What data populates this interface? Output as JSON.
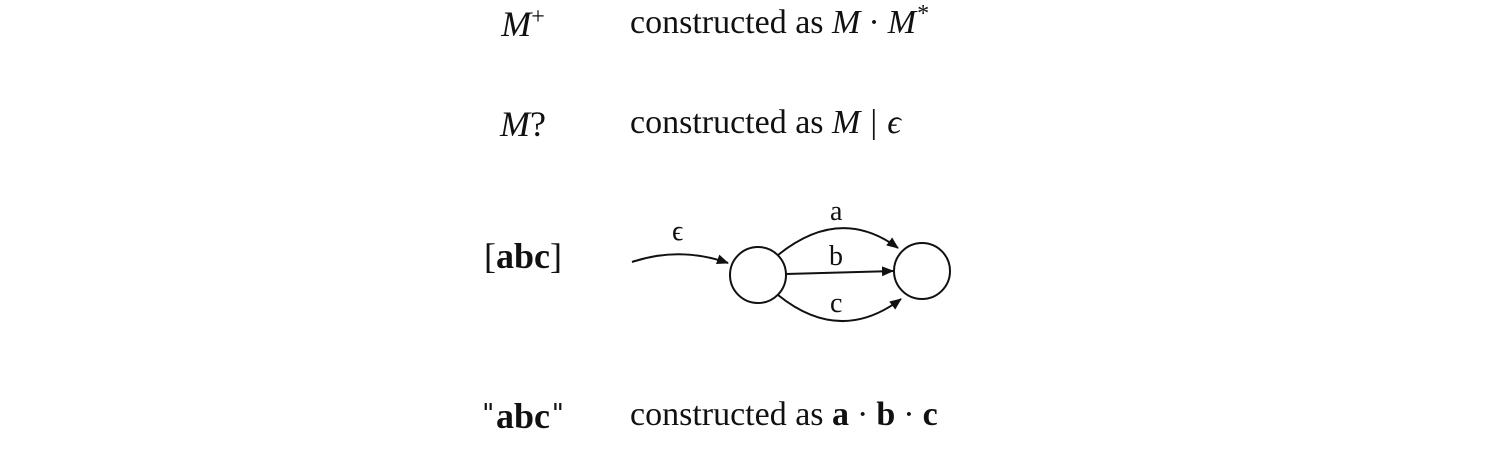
{
  "rows": [
    {
      "id": "plus",
      "lhs_var": "M",
      "lhs_sup": "+",
      "rhs_prefix": "constructed as",
      "rhs_a": "M",
      "rhs_op": "·",
      "rhs_b": "M",
      "rhs_b_sup": "*"
    },
    {
      "id": "optional",
      "lhs_var": "M",
      "lhs_suffix": "?",
      "rhs_prefix": "constructed as",
      "rhs_a": "M",
      "rhs_op": "|",
      "rhs_b": "ϵ"
    },
    {
      "id": "charclass",
      "lhs_open": "[",
      "lhs_chars": "abc",
      "lhs_close": "]",
      "diagram": {
        "entry_label": "ϵ",
        "edge_labels": [
          "a",
          "b",
          "c"
        ]
      }
    },
    {
      "id": "string",
      "lhs_quote_open": "\"",
      "lhs_chars": "abc",
      "lhs_quote_close": "\"",
      "rhs_prefix": "constructed as",
      "rhs_terms": [
        "a",
        "b",
        "c"
      ],
      "rhs_op": "·"
    }
  ]
}
